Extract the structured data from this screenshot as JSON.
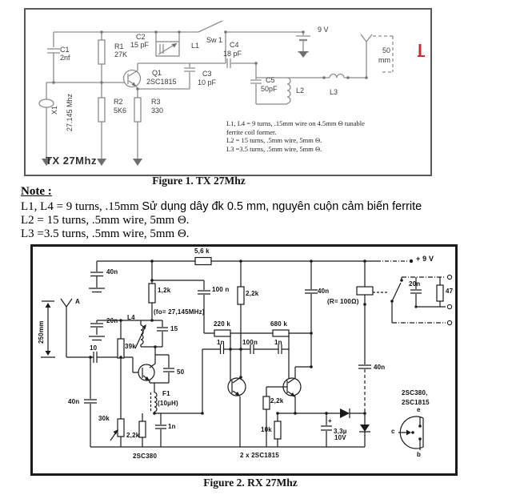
{
  "figure1": {
    "caption": "Figure 1. TX 27Mhz",
    "title": "TX 27Mhz",
    "labels": {
      "c1": "C1",
      "c1_val": "2nf",
      "r1": "R1",
      "r1_val": "27K",
      "c2": "C2",
      "c2_val": "15 pF",
      "l1": "L1",
      "sw1": "Sw 1",
      "c4": "C4",
      "c4_val": "18 pF",
      "battery": "9 V",
      "q1": "Q1",
      "q1_val": "2SC1815",
      "c3": "C3",
      "c3_val": "10 pF",
      "c5": "C5",
      "c5_val": "50pF",
      "l2": "L2",
      "l3": "L3",
      "x1": "X1",
      "x1_val": "27.145 Mhz",
      "r2": "R2",
      "r2_val": "5K6",
      "r3": "R3",
      "r3_val": "330",
      "ant_50": "50",
      "ant_mm": "mm"
    },
    "coil_note": [
      "L1, L4 = 9 turns, .15mm wire on 4.5mm Θ  tunable",
      "ferrite coil former.",
      "L2 = 15 turns, .5mm wire, 5mm Θ.",
      "L3 =3.5 turns, .5mm wire, 5mm Θ."
    ]
  },
  "note": {
    "heading": "Note  :",
    "line1_serif": "L1, L4 = 9 turns, .15mm ",
    "line1_sans": "Sử dụng dây đk 0.5 mm, nguyên cuộn cảm biến ferrite",
    "line2": "L2 = 15 turns, .5mm wire, 5mm Θ.",
    "line3": "L3 =3.5 turns, .5mm wire, 5mm Θ."
  },
  "figure2": {
    "caption": "Figure 2. RX 27Mhz",
    "labels": {
      "supply": "+ 9 V",
      "r_5k6": "5,6 k",
      "c_40n_a": "40n",
      "r_1k2": "1,2k",
      "c_100n_a": "100 n",
      "r_2k2_a": "2,2k",
      "c_40n_b": "40n",
      "relay_r": "(R= 100Ω)",
      "c_20n_b": "20n",
      "r_47": "47",
      "antenna": "A",
      "dim": "250mm",
      "c_20n_a": "20n",
      "l4": "L4",
      "fo": "(fo= 27,145MHz)",
      "c_15": "15",
      "c_10": "10",
      "r_39k": "39k",
      "c_50": "50",
      "f1": "F1",
      "f1_val": "(10µH)",
      "c_40n_c": "40n",
      "r_30k": "30k",
      "r_2k2_b": "2,2k",
      "c_1n_c": "1n",
      "t_rf": "2SC380",
      "c_1n_a": "1n",
      "c_100n_b": "100n",
      "c_1n_b": "1n",
      "r_220k": "220 k",
      "r_680k": "680 k",
      "r_2k2_c": "2,2k",
      "r_10k": "10k",
      "c_3u3": "3,3µ",
      "c_3u3_v": "10V",
      "cap_plus": "+",
      "t_audio": "2 x 2SC1815",
      "c_40n_d": "40n",
      "pin_line1": "2SC380,",
      "pin_line2": "2SC1815",
      "pin_e": "e",
      "pin_c": "c",
      "pin_b": "b"
    }
  }
}
